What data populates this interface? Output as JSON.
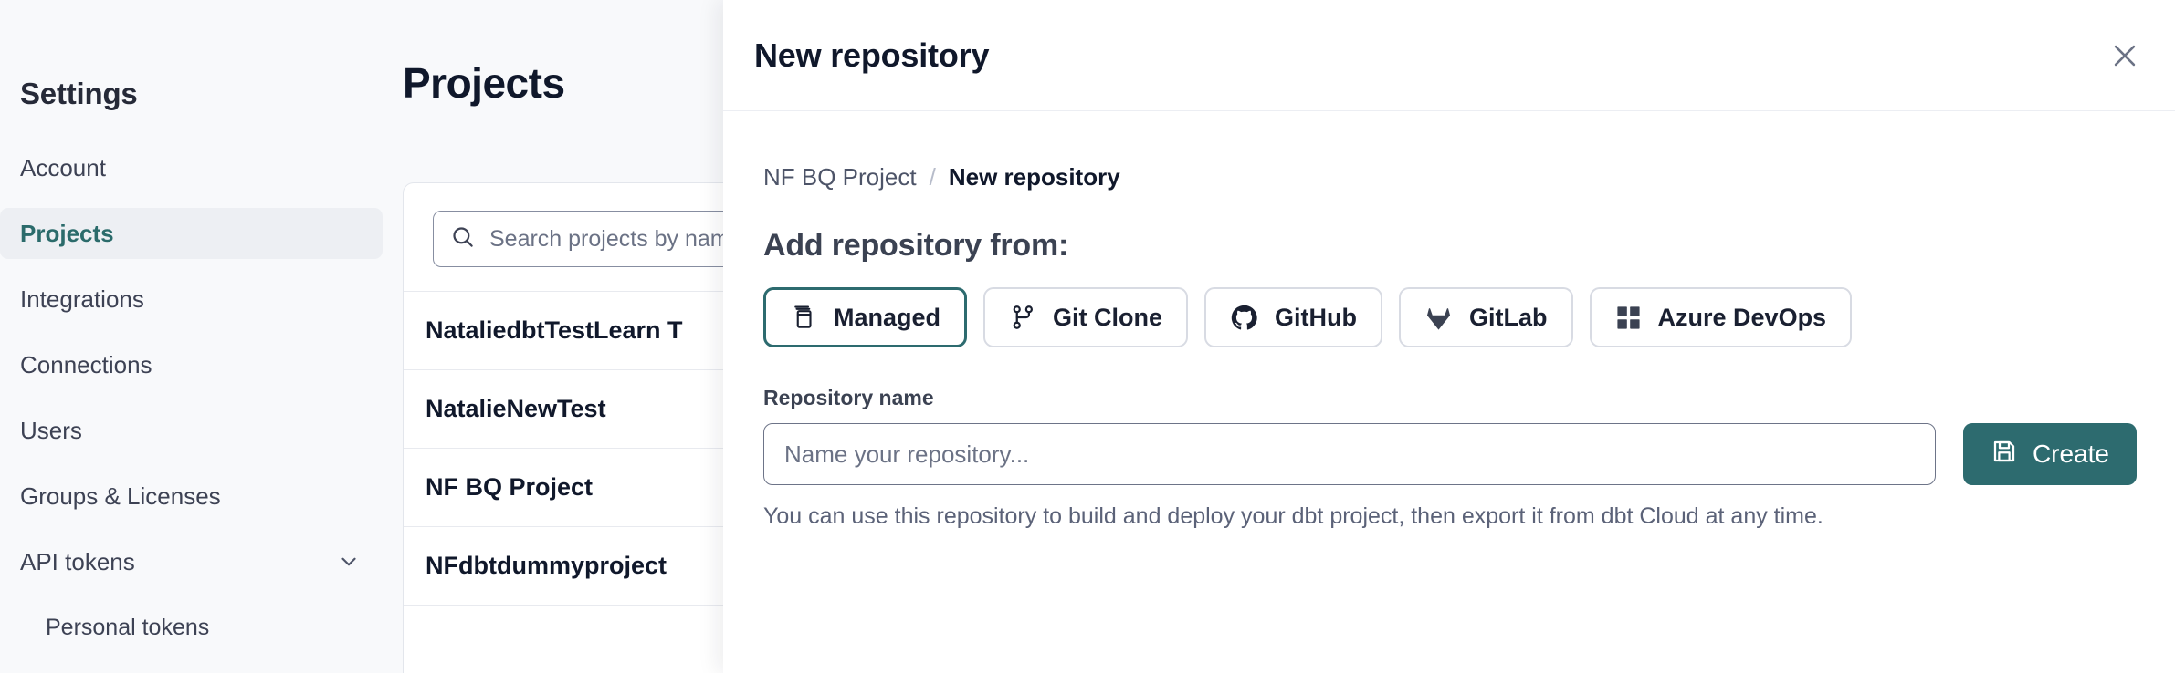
{
  "sidebar": {
    "title": "Settings",
    "items": [
      {
        "label": "Account",
        "active": false,
        "child": false,
        "chevron": false
      },
      {
        "label": "Projects",
        "active": true,
        "child": false,
        "chevron": false
      },
      {
        "label": "Integrations",
        "active": false,
        "child": false,
        "chevron": false
      },
      {
        "label": "Connections",
        "active": false,
        "child": false,
        "chevron": false
      },
      {
        "label": "Users",
        "active": false,
        "child": false,
        "chevron": false
      },
      {
        "label": "Groups & Licenses",
        "active": false,
        "child": false,
        "chevron": false
      },
      {
        "label": "API tokens",
        "active": false,
        "child": false,
        "chevron": true
      },
      {
        "label": "Personal tokens",
        "active": false,
        "child": true,
        "chevron": false
      }
    ]
  },
  "main": {
    "page_title": "Projects",
    "search": {
      "placeholder": "Search projects by name",
      "value": "",
      "icon": "search-icon"
    },
    "projects": [
      {
        "name": "NataliedbtTestLearn T"
      },
      {
        "name": "NatalieNewTest"
      },
      {
        "name": "NF BQ Project"
      },
      {
        "name": "NFdbtdummyproject"
      }
    ]
  },
  "modal": {
    "title": "New repository",
    "close_icon": "close-icon",
    "breadcrumb": {
      "parent": "NF BQ Project",
      "separator": "/",
      "current": "New repository"
    },
    "section_heading": "Add repository from:",
    "sources": [
      {
        "label": "Managed",
        "icon": "database-icon",
        "selected": true
      },
      {
        "label": "Git Clone",
        "icon": "git-branch-icon",
        "selected": false
      },
      {
        "label": "GitHub",
        "icon": "github-icon",
        "selected": false
      },
      {
        "label": "GitLab",
        "icon": "gitlab-icon",
        "selected": false
      },
      {
        "label": "Azure DevOps",
        "icon": "azure-devops-icon",
        "selected": false
      }
    ],
    "repository_name": {
      "label": "Repository name",
      "placeholder": "Name your repository...",
      "value": ""
    },
    "create_button": {
      "label": "Create",
      "icon": "save-icon"
    },
    "help_text": "You can use this repository to build and deploy your dbt project, then export it from dbt Cloud at any time."
  },
  "colors": {
    "accent_teal": "#2d6b6f",
    "page_bg": "#f8f9fb",
    "panel_bg": "#ffffff",
    "text_dark": "#10182b",
    "text_muted": "#5b6278",
    "border": "#d8dbe3"
  }
}
